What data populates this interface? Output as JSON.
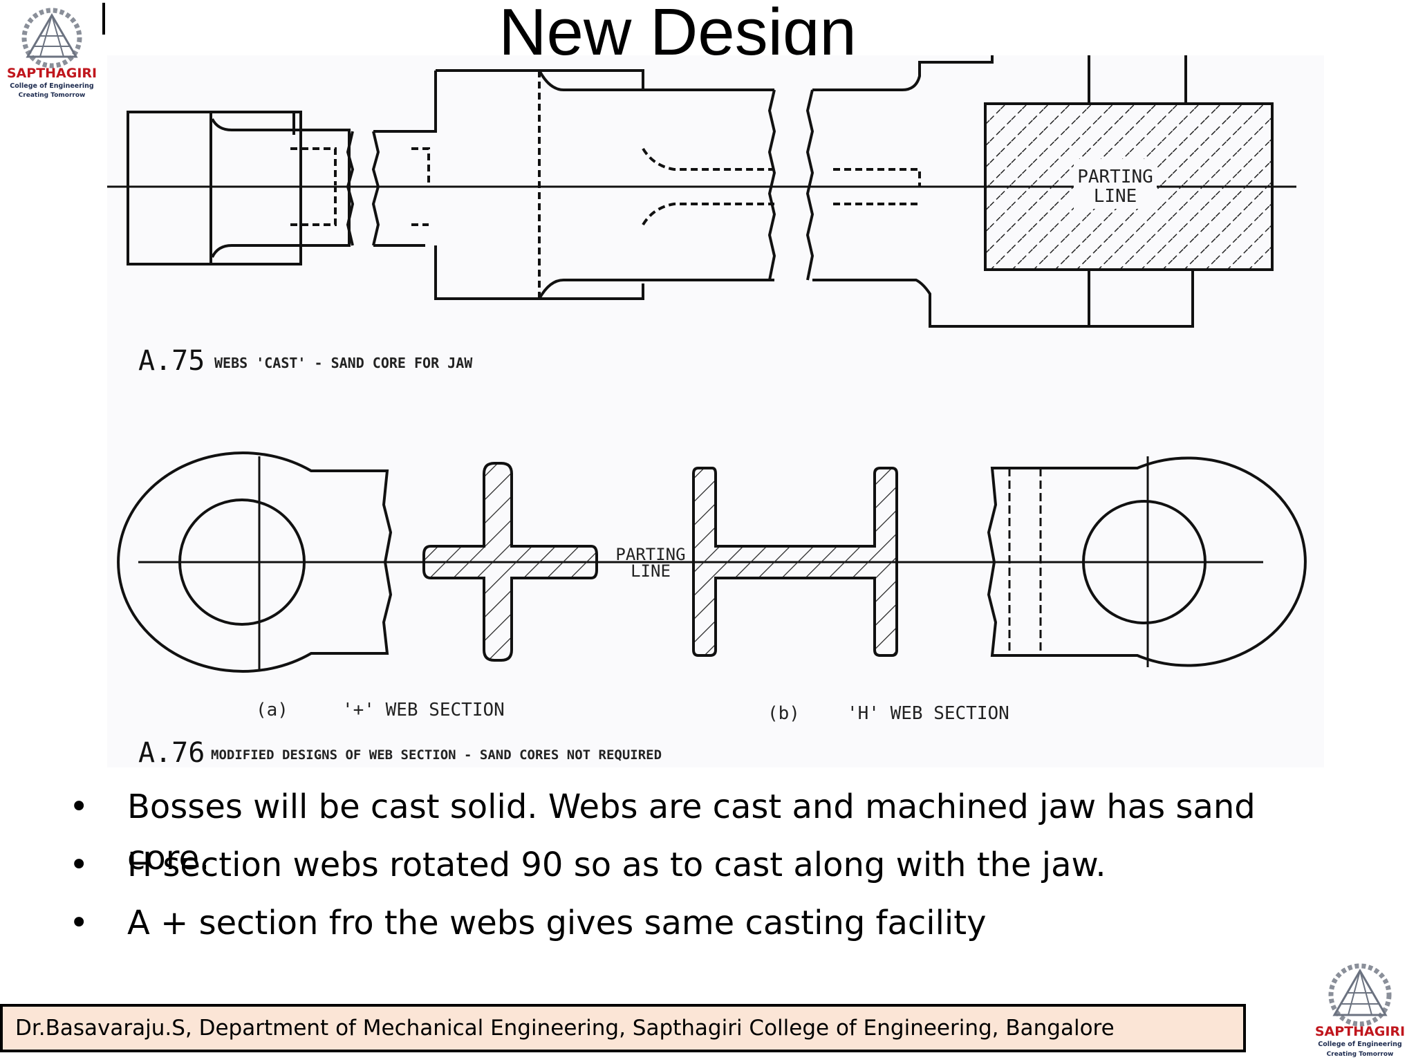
{
  "slide": {
    "title": "New Design"
  },
  "logo": {
    "name": "SAPTHAGIRI",
    "line1": "College of Engineering",
    "line2": "Creating Tomorrow"
  },
  "figure_a75": {
    "parting_line_1": "PARTING",
    "parting_line_2": "LINE",
    "caption_number": "A.75",
    "caption_text": "WEBS 'CAST' - SAND CORE FOR JAW"
  },
  "figure_a76": {
    "parting_line_1": "PARTING",
    "parting_line_2": "LINE",
    "label_a": "(a)",
    "label_a_text": "'+' WEB SECTION",
    "label_b": "(b)",
    "label_b_text": "'H' WEB SECTION",
    "caption_number": "A.76",
    "caption_text": "MODIFIED DESIGNS OF WEB SECTION - SAND CORES NOT REQUIRED"
  },
  "bullets": [
    "Bosses will be cast solid. Webs are cast and machined jaw has sand core.",
    "H section webs rotated 90 so as to cast along with the jaw.",
    "A + section fro the webs gives same casting facility"
  ],
  "bullet_glyph": "•",
  "footer": {
    "text": "Dr.Basavaraju.S, Department of Mechanical Engineering, Sapthagiri College of Engineering, Bangalore"
  },
  "colors": {
    "logo_red": "#c0161d",
    "logo_navy": "#1d2b4f",
    "footer_bg": "#fbe5d6"
  }
}
